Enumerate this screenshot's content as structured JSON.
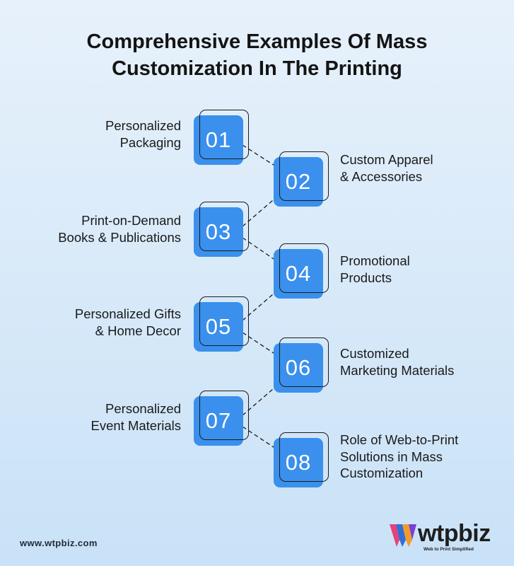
{
  "title": {
    "line1": "Comprehensive Examples Of Mass",
    "line2": "Customization In The Printing"
  },
  "steps": [
    {
      "number": "01",
      "label": [
        "Personalized",
        "Packaging"
      ]
    },
    {
      "number": "02",
      "label": [
        "Custom Apparel",
        "& Accessories"
      ]
    },
    {
      "number": "03",
      "label": [
        "Print-on-Demand",
        "Books & Publications"
      ]
    },
    {
      "number": "04",
      "label": [
        "Promotional",
        "Products"
      ]
    },
    {
      "number": "05",
      "label": [
        "Personalized Gifts",
        "& Home Decor"
      ]
    },
    {
      "number": "06",
      "label": [
        "Customized",
        "Marketing Materials"
      ]
    },
    {
      "number": "07",
      "label": [
        "Personalized",
        "Event Materials"
      ]
    },
    {
      "number": "08",
      "label": [
        "Role of Web-to-Print",
        "Solutions in Mass",
        "Customization"
      ]
    }
  ],
  "footer": {
    "url": "www.wtpbiz.com",
    "logo_text": "wtpbiz",
    "logo_tagline": "Web to Print Simplified"
  },
  "colors": {
    "accent": "#3a90ec",
    "background_top": "#e7f1fb",
    "background_bottom": "#c9e2f7",
    "text": "#1a1a1a"
  }
}
